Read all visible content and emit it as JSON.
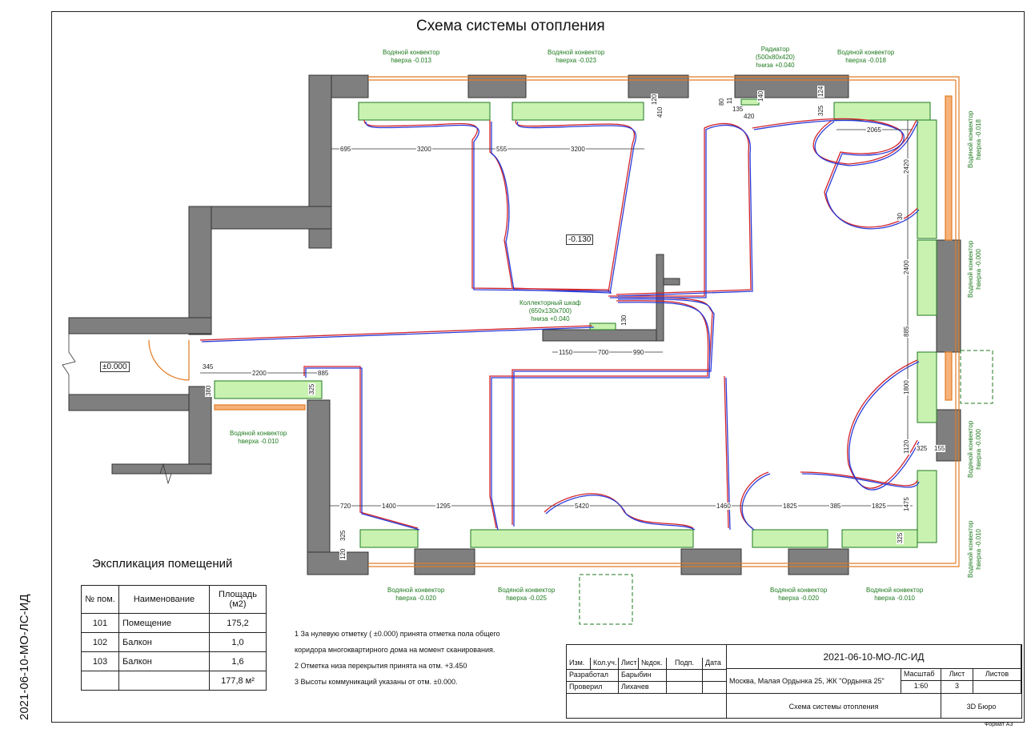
{
  "sheet": {
    "title": "Схема системы отопления",
    "side_code": "2021-06-10-МО-ЛС-ИД",
    "format": "Формат А3"
  },
  "levels": {
    "main": "-0.130",
    "entry": "±0.000"
  },
  "labels": {
    "conv1": {
      "name": "Водяной конвектор",
      "h": "hверха -0.013"
    },
    "conv2": {
      "name": "Водяной конвектор",
      "h": "hверха -0.023"
    },
    "radiator": {
      "name": "Радиатор",
      "size": "(500х80х420)",
      "h": "hниза +0.040"
    },
    "conv3": {
      "name": "Водяной конвектор",
      "h": "hверха -0.018"
    },
    "conv_r1": {
      "name": "Водяной конвектор",
      "h": "hверха -0.018"
    },
    "conv_r2": {
      "name": "Водяной конвектор",
      "h": "hверха -0.000"
    },
    "conv_r3": {
      "name": "Водяной конвектор",
      "h": "hверха -0.000"
    },
    "conv_r4": {
      "name": "Водяной конвектор",
      "h": "hверха -0.010"
    },
    "collector": {
      "name": "Коллекторный шкаф",
      "size": "(650х130х700)",
      "h": "hниза +0.040"
    },
    "conv_left": {
      "name": "Водяной конвектор",
      "h": "hверха -0.010"
    },
    "conv_b1": {
      "name": "Водяной конвектор",
      "h": "hверха -0.020"
    },
    "conv_b2": {
      "name": "Водяной конвектор",
      "h": "hверха -0.025"
    },
    "conv_b3": {
      "name": "Водяной конвектор",
      "h": "hверха -0.020"
    },
    "conv_b4": {
      "name": "Водяной конвектор",
      "h": "hверха -0.010"
    }
  },
  "dims": {
    "d695": "695",
    "d3200a": "3200",
    "d555": "555",
    "d3200b": "3200",
    "d120": "120",
    "d410": "410",
    "d80": "80",
    "d11": "11",
    "d135": "135",
    "d420": "420",
    "d140": "140",
    "d325t": "325",
    "d124": "124",
    "d2065": "2065",
    "d2420": "2420",
    "d30": "30",
    "d2400": "2400",
    "d885r": "885",
    "d1800": "1800",
    "d1120": "1120",
    "d325r": "325",
    "d155": "155",
    "d1475": "1475",
    "d325br": "325",
    "d1150": "1150",
    "d700": "700",
    "d990": "990",
    "d130": "130",
    "d345": "345",
    "d2200": "2200",
    "d885l": "885",
    "d380": "380",
    "d325l": "325",
    "d720": "720",
    "d1400": "1400",
    "d1295": "1295",
    "d5420": "5420",
    "d1460": "1460",
    "d1825a": "1825",
    "d385": "385",
    "d1825b": "1825",
    "d325bl": "325",
    "d120bl": "120"
  },
  "explication": {
    "title": "Экспликация помещений",
    "headers": [
      "№ пом.",
      "Наименование",
      "Площадь (м2)"
    ],
    "rows": [
      [
        "101",
        "Помещение",
        "175,2"
      ],
      [
        "102",
        "Балкон",
        "1,0"
      ],
      [
        "103",
        "Балкон",
        "1,6"
      ],
      [
        "",
        "",
        "177,8 м²"
      ]
    ]
  },
  "notes": [
    "1   За нулевую отметку ( ±0.000) принята отметка пола общего",
    "     коридора многоквартирного дома на момент сканирования.",
    "2   Отметка низа перекрытия принята на отм. +3.450",
    "3   Высоты коммуникаций указаны от отм. ±0.000."
  ],
  "stamp": {
    "code": "2021-06-10-МО-ЛС-ИД",
    "cols": [
      "Изм.",
      "Кол.уч.",
      "Лист",
      "№док.",
      "Подп.",
      "Дата"
    ],
    "dev_role": "Разработал",
    "dev_name": "Барыбин",
    "chk_role": "Проверил",
    "chk_name": "Лихачев",
    "address": "Москва, Малая Ордынка 25,  ЖК \"Ордынка 25\"",
    "scale_h": "Масштаб",
    "sheet_h": "Лист",
    "sheets_h": "Листов",
    "scale": "1:60",
    "sheet": "3",
    "sheets": "",
    "drawing": "Схема системы отопления",
    "company": "3D Бюро"
  },
  "colors": {
    "wall": "#7f7f7f",
    "convector": "#c9f2b0",
    "pipe_red": "#d2232a",
    "pipe_blue": "#2b3bd8",
    "orange": "#e37b22",
    "label": "#1f7a1f"
  }
}
